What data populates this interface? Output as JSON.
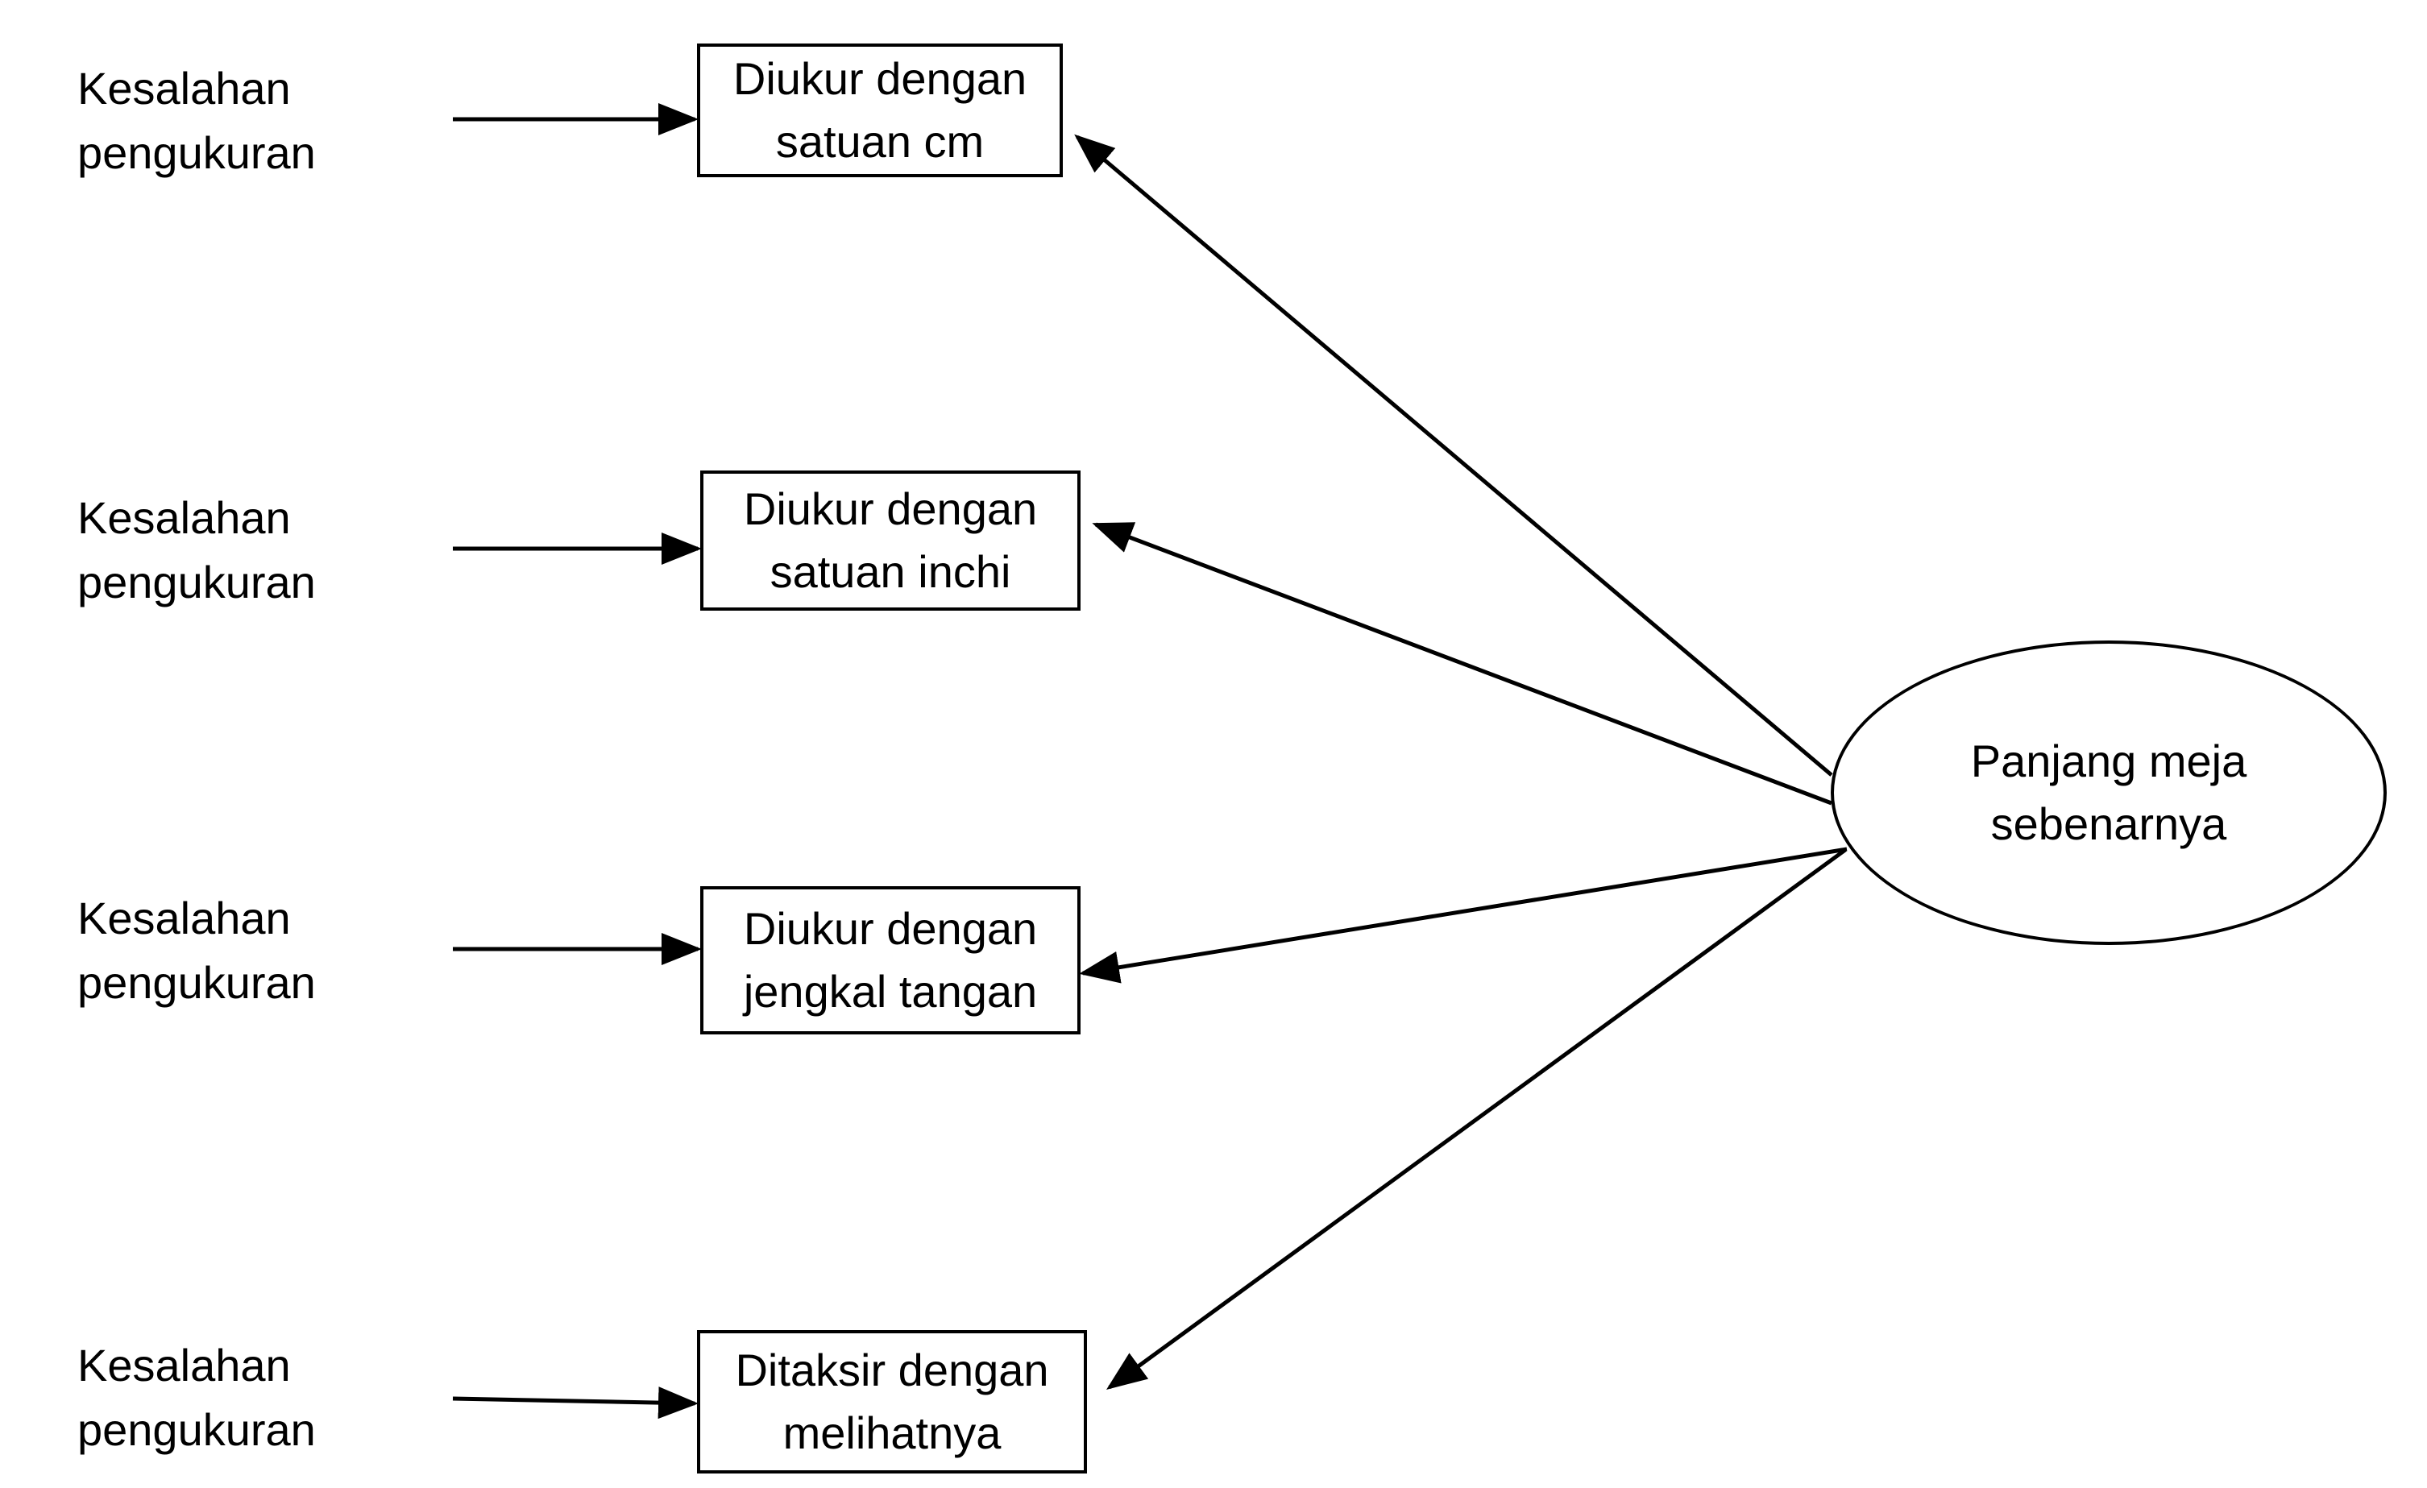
{
  "diagram": {
    "latent": {
      "line1": "Panjang meja",
      "line2": "sebenarnya"
    },
    "indicators": [
      {
        "line1": "Diukur dengan",
        "line2": "satuan cm"
      },
      {
        "line1": "Diukur dengan",
        "line2": "satuan inchi"
      },
      {
        "line1": "Diukur dengan",
        "line2": "jengkal tangan"
      },
      {
        "line1": "Ditaksir dengan",
        "line2": "melihatnya"
      }
    ],
    "errors": [
      {
        "line1": "Kesalahan",
        "line2": "pengukuran"
      },
      {
        "line1": "Kesalahan",
        "line2": "pengukuran"
      },
      {
        "line1": "Kesalahan",
        "line2": "pengukuran"
      },
      {
        "line1": "Kesalahan",
        "line2": "pengukuran"
      }
    ],
    "line_color": "#000000"
  }
}
